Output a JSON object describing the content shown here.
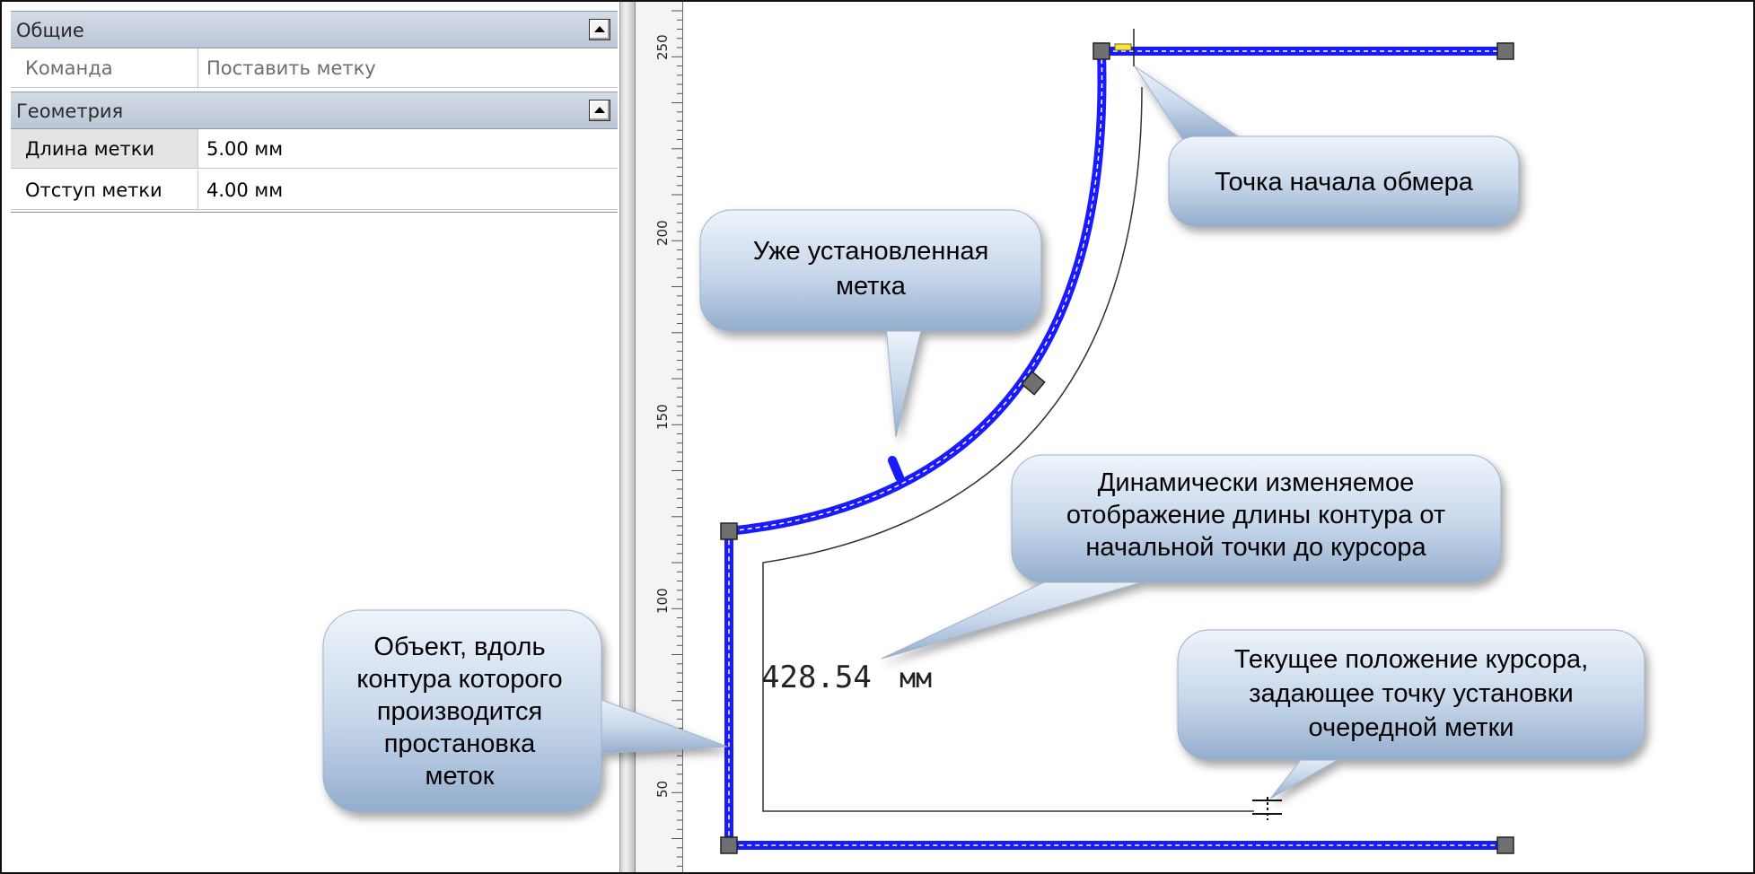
{
  "panel": {
    "sections": [
      {
        "title": "Общие",
        "rows": [
          {
            "name": "Команда",
            "value": "Поставить метку"
          }
        ]
      },
      {
        "title": "Геометрия",
        "rows": [
          {
            "name": "Длина метки",
            "value": "5.00 мм"
          },
          {
            "name": "Отступ метки",
            "value": "4.00 мм"
          }
        ]
      }
    ]
  },
  "ruler": {
    "labels": [
      "250",
      "200",
      "150",
      "100",
      "50"
    ]
  },
  "drawing": {
    "measurement": {
      "value": "428.54",
      "unit": "мм"
    },
    "contour_color": "#1a1aff",
    "handle_color": "#707070"
  },
  "callouts": {
    "start_point": [
      "Точка начала обмера"
    ],
    "existing_mark": [
      "Уже установленная",
      "метка"
    ],
    "dynamic_length": [
      "Динамически изменяемое",
      "отображение длины контура от",
      "начальной точки до курсора"
    ],
    "cursor_position": [
      "Текущее положение курсора,",
      "задающее точку установки",
      "очередной метки"
    ],
    "object": [
      "Объект, вдоль",
      "контура которого",
      "производится",
      "простановка",
      "меток"
    ]
  }
}
